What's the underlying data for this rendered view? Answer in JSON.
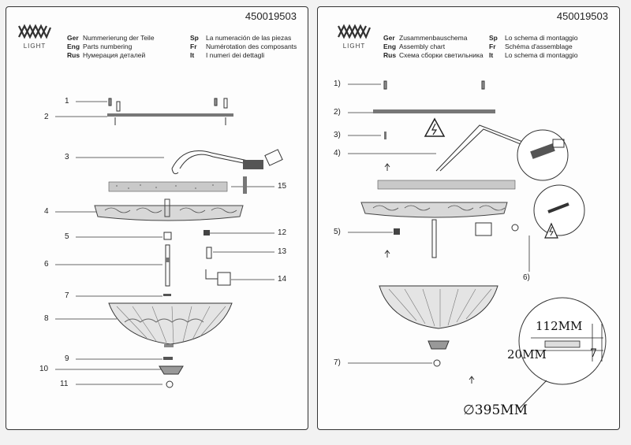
{
  "left": {
    "code": "450019503",
    "logo_text": "LIGHT",
    "header": [
      {
        "k": "Ger",
        "v": "Nummerierung der Teile"
      },
      {
        "k": "Eng",
        "v": "Parts numbering"
      },
      {
        "k": "Rus",
        "v": "Нумерация деталей"
      }
    ],
    "header2": [
      {
        "k": "Sp",
        "v": "La numeración de las piezas"
      },
      {
        "k": "Fr",
        "v": "Numérotation des composants"
      },
      {
        "k": "It",
        "v": "I numeri dei dettagli"
      }
    ],
    "labels": [
      "1",
      "2",
      "3",
      "4",
      "5",
      "6",
      "7",
      "8",
      "9",
      "10",
      "11",
      "12",
      "13",
      "14",
      "15"
    ]
  },
  "right": {
    "code": "450019503",
    "logo_text": "LIGHT",
    "header": [
      {
        "k": "Ger",
        "v": "Zusammenbauschema"
      },
      {
        "k": "Eng",
        "v": "Assembly chart"
      },
      {
        "k": "Rus",
        "v": "Схема сборки светильника"
      }
    ],
    "header2": [
      {
        "k": "Sp",
        "v": "Lo schema di montaggio"
      },
      {
        "k": "Fr",
        "v": "Schéma d'assemblage"
      },
      {
        "k": "It",
        "v": "Lo schema di montaggio"
      }
    ],
    "labels": [
      "1)",
      "2)",
      "3)",
      "4)",
      "5)",
      "6)",
      "7)"
    ],
    "dims": {
      "width": "112MM",
      "small": "20MM",
      "height": "7",
      "diameter": "∅395MM"
    }
  }
}
